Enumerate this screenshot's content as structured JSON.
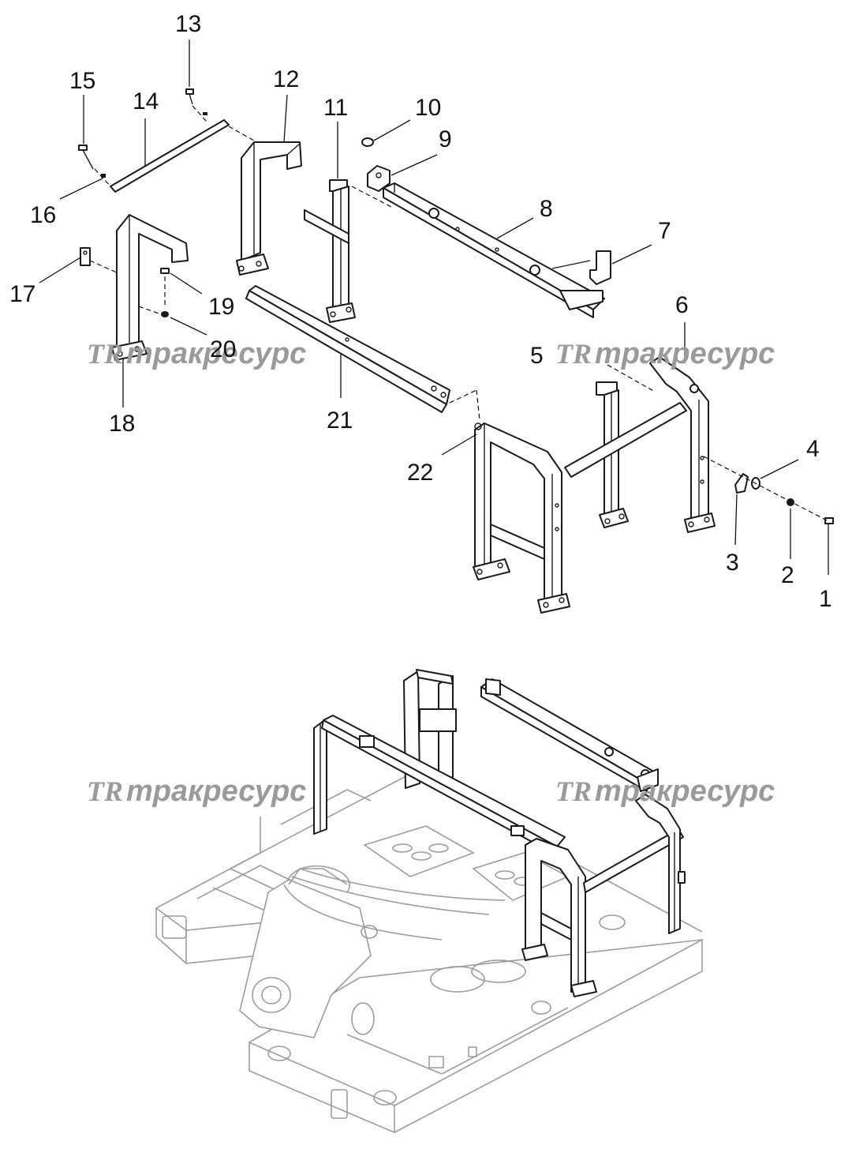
{
  "watermark": {
    "logo": "TR",
    "text": "тракресурс"
  },
  "callouts": [
    {
      "id": "1",
      "label": "1"
    },
    {
      "id": "2",
      "label": "2"
    },
    {
      "id": "3",
      "label": "3"
    },
    {
      "id": "4",
      "label": "4"
    },
    {
      "id": "5",
      "label": "5"
    },
    {
      "id": "6",
      "label": "6"
    },
    {
      "id": "7",
      "label": "7"
    },
    {
      "id": "8",
      "label": "8"
    },
    {
      "id": "9",
      "label": "9"
    },
    {
      "id": "10",
      "label": "10"
    },
    {
      "id": "11",
      "label": "11"
    },
    {
      "id": "12",
      "label": "12"
    },
    {
      "id": "13",
      "label": "13"
    },
    {
      "id": "14",
      "label": "14"
    },
    {
      "id": "15",
      "label": "15"
    },
    {
      "id": "16",
      "label": "16"
    },
    {
      "id": "17",
      "label": "17"
    },
    {
      "id": "18",
      "label": "18"
    },
    {
      "id": "19",
      "label": "19"
    },
    {
      "id": "20",
      "label": "20"
    },
    {
      "id": "21",
      "label": "21"
    },
    {
      "id": "22",
      "label": "22"
    }
  ]
}
